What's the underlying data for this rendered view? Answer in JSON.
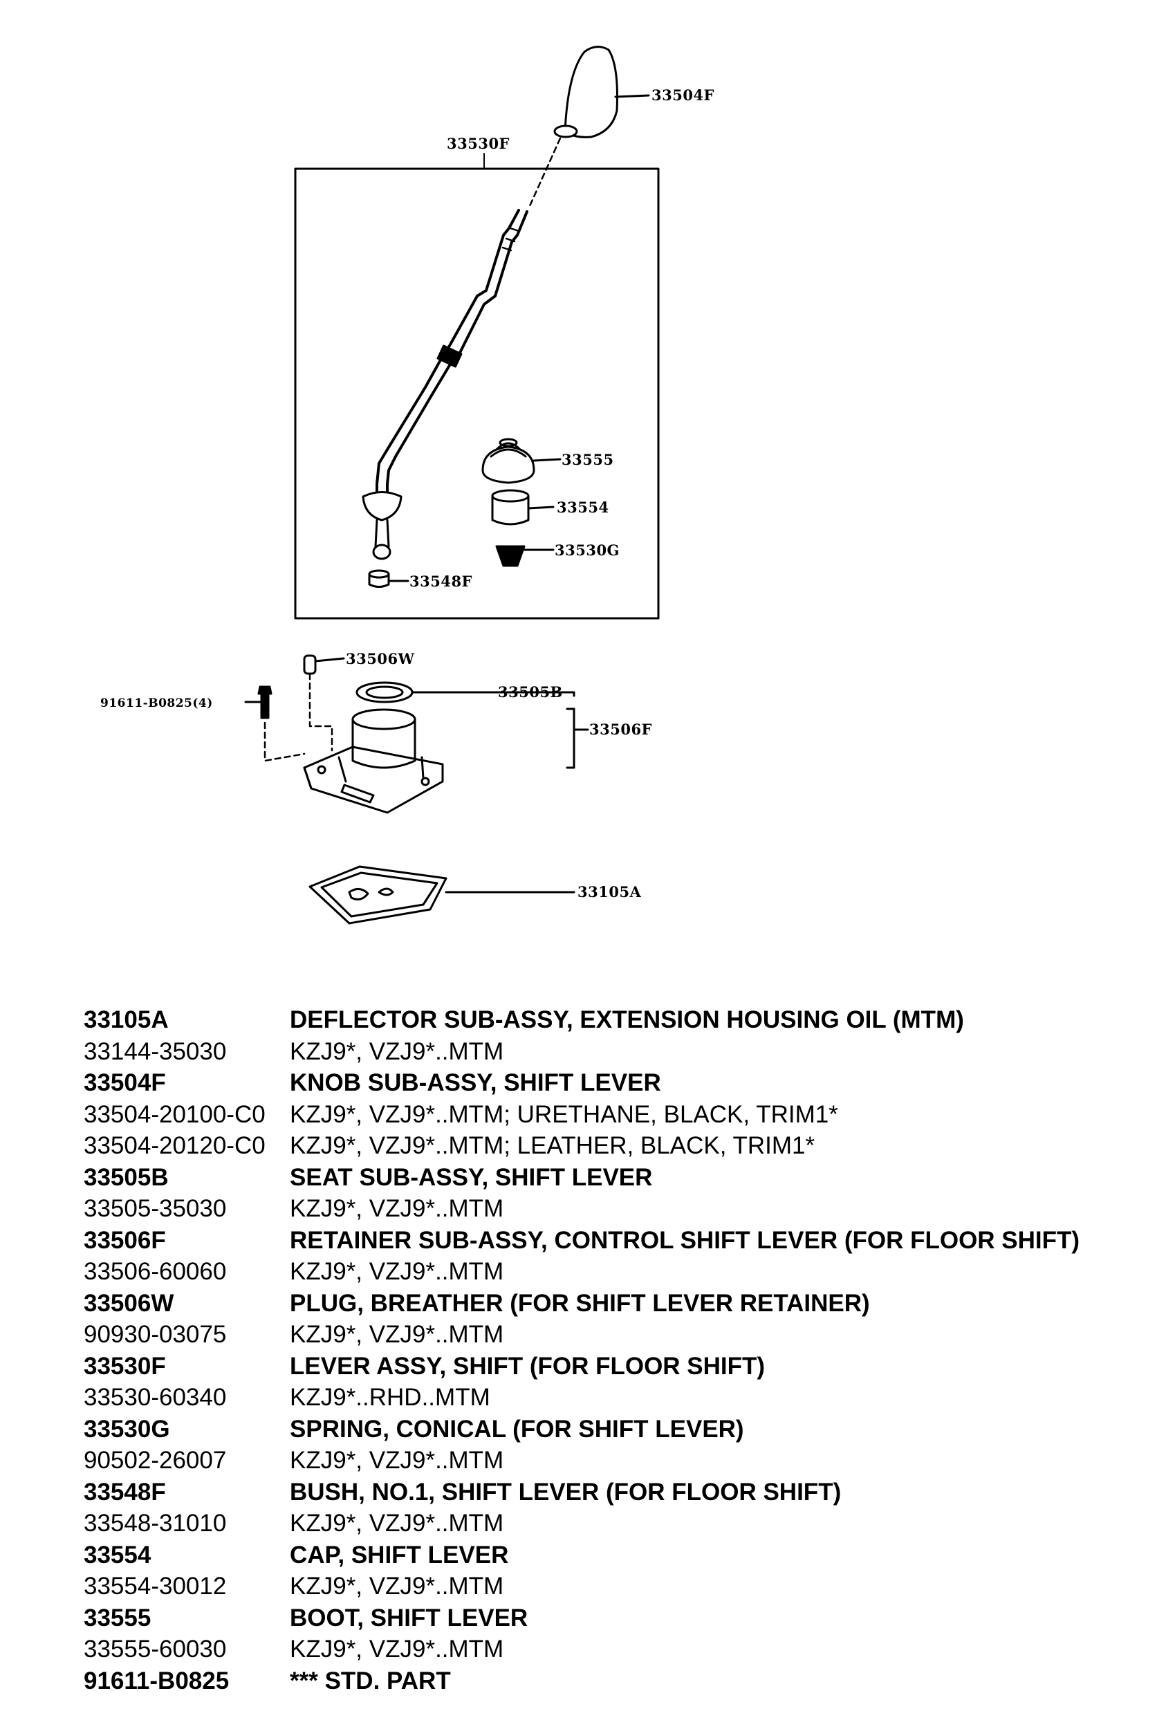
{
  "diagram": {
    "callouts": {
      "knob": "33504F",
      "lever": "33530F",
      "boot": "33555",
      "cap": "33554",
      "spring": "33530G",
      "bush": "33548F",
      "plug": "33506W",
      "bolt": "91611-B0825(4)",
      "seat": "33505B",
      "retainer": "33506F",
      "deflector": "33105A"
    }
  },
  "parts": [
    {
      "code": "33105A",
      "name": "DEFLECTOR SUB-ASSY, EXTENSION HOUSING OIL (MTM)",
      "items": [
        {
          "pn": "33144-35030",
          "desc": "KZJ9*, VZJ9*..MTM"
        }
      ]
    },
    {
      "code": "33504F",
      "name": "KNOB SUB-ASSY, SHIFT LEVER",
      "items": [
        {
          "pn": "33504-20100-C0",
          "desc": "KZJ9*, VZJ9*..MTM; URETHANE, BLACK, TRIM1*"
        },
        {
          "pn": "33504-20120-C0",
          "desc": "KZJ9*, VZJ9*..MTM; LEATHER, BLACK, TRIM1*"
        }
      ]
    },
    {
      "code": "33505B",
      "name": "SEAT SUB-ASSY, SHIFT LEVER",
      "items": [
        {
          "pn": "33505-35030",
          "desc": "KZJ9*, VZJ9*..MTM"
        }
      ]
    },
    {
      "code": "33506F",
      "name": "RETAINER SUB-ASSY, CONTROL SHIFT LEVER (FOR FLOOR SHIFT)",
      "items": [
        {
          "pn": "33506-60060",
          "desc": "KZJ9*, VZJ9*..MTM"
        }
      ]
    },
    {
      "code": "33506W",
      "name": "PLUG, BREATHER (FOR SHIFT LEVER RETAINER)",
      "items": [
        {
          "pn": "90930-03075",
          "desc": "KZJ9*, VZJ9*..MTM"
        }
      ]
    },
    {
      "code": "33530F",
      "name": "LEVER ASSY, SHIFT (FOR FLOOR SHIFT)",
      "items": [
        {
          "pn": "33530-60340",
          "desc": "KZJ9*..RHD..MTM"
        }
      ]
    },
    {
      "code": "33530G",
      "name": "SPRING, CONICAL (FOR SHIFT LEVER)",
      "items": [
        {
          "pn": "90502-26007",
          "desc": "KZJ9*, VZJ9*..MTM"
        }
      ]
    },
    {
      "code": "33548F",
      "name": "BUSH, NO.1, SHIFT LEVER (FOR FLOOR SHIFT)",
      "items": [
        {
          "pn": "33548-31010",
          "desc": "KZJ9*, VZJ9*..MTM"
        }
      ]
    },
    {
      "code": "33554",
      "name": "CAP, SHIFT LEVER",
      "items": [
        {
          "pn": "33554-30012",
          "desc": "KZJ9*, VZJ9*..MTM"
        }
      ]
    },
    {
      "code": "33555",
      "name": "BOOT, SHIFT LEVER",
      "items": [
        {
          "pn": "33555-60030",
          "desc": "KZJ9*, VZJ9*..MTM"
        }
      ]
    },
    {
      "code": "91611-B0825",
      "name": "*** STD. PART",
      "items": []
    }
  ]
}
